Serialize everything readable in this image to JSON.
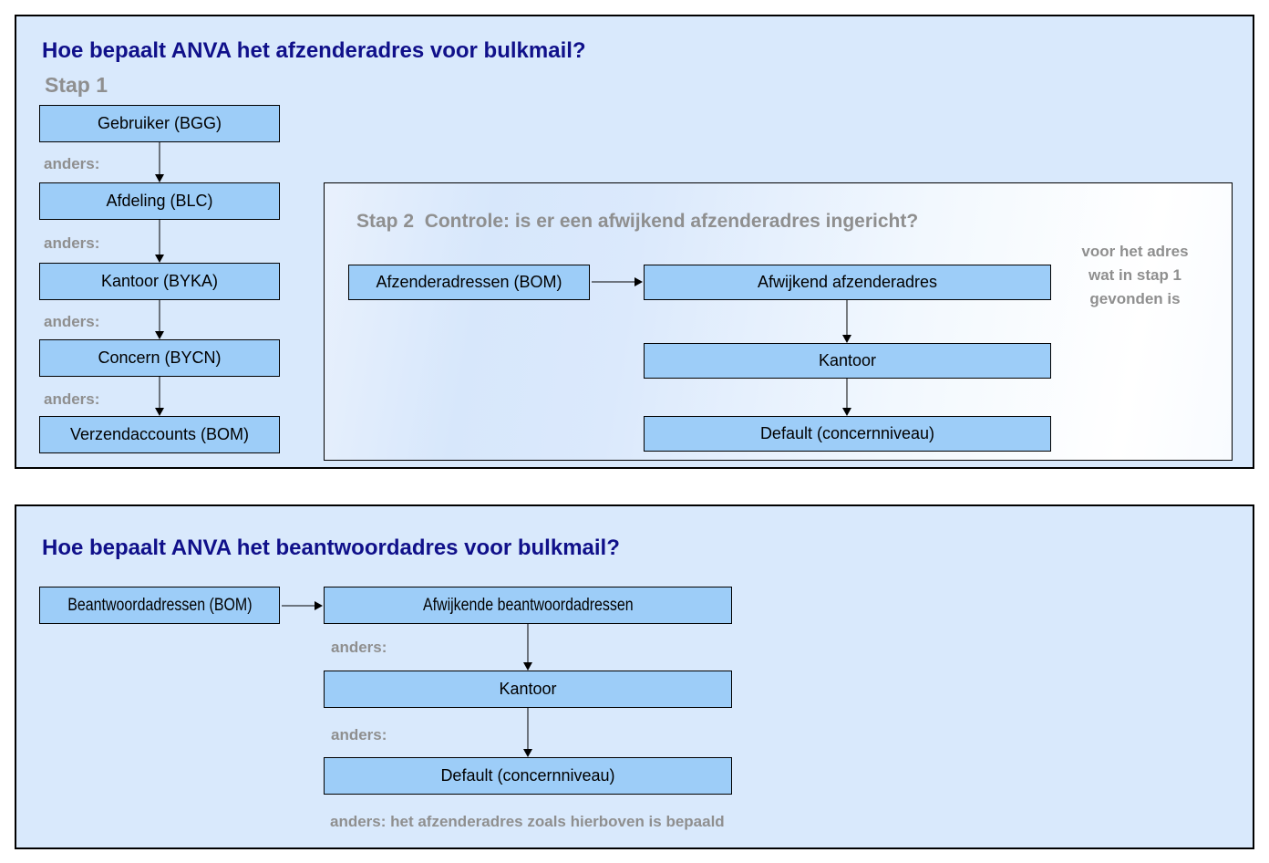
{
  "colors": {
    "page_background": "#ffffff",
    "panel_background": "#d9e9fc",
    "box_fill": "#9dcdf8",
    "box_border": "#000000",
    "panel_border": "#000000",
    "title_text": "#10108a",
    "muted_text": "#8f8f8f",
    "box_text": "#000000"
  },
  "afzender_panel": {
    "title": "Hoe bepaalt ANVA het afzenderadres voor bulkmail?",
    "step1_label": "Stap 1",
    "anders_label": "anders:",
    "chain": [
      "Gebruiker (BGG)",
      "Afdeling (BLC)",
      "Kantoor (BYKA)",
      "Concern (BYCN)",
      "Verzendaccounts (BOM)"
    ],
    "step2": {
      "heading": "Stap 2  Controle: is er een afwijkend afzenderadres ingericht?",
      "source": "Afzenderadressen (BOM)",
      "chain": [
        "Afwijkend afzenderadres",
        "Kantoor",
        "Default (concernniveau)"
      ],
      "side_note": "voor het adres\nwat in stap 1\ngevonden is"
    }
  },
  "beantwoord_panel": {
    "title": "Hoe bepaalt ANVA het beantwoordadres voor bulkmail?",
    "anders_label": "anders:",
    "source": "Beantwoordadressen (BOM)",
    "chain": [
      "Afwijkende beantwoordadressen",
      "Kantoor",
      "Default (concernniveau)"
    ],
    "footnote": "anders: het afzenderadres zoals hierboven is bepaald"
  }
}
